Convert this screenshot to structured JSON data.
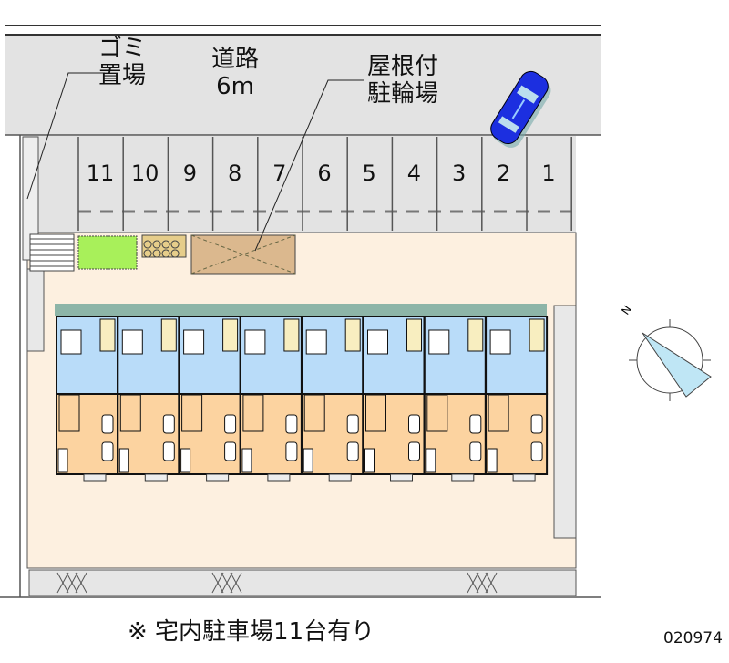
{
  "labels": {
    "garbage": [
      "ゴミ",
      "置場"
    ],
    "road": [
      "道路",
      "6m"
    ],
    "bike": [
      "屋根付",
      "駐輪場"
    ]
  },
  "stalls": [
    "11",
    "10",
    "9",
    "8",
    "7",
    "6",
    "5",
    "4",
    "3",
    "2",
    "1"
  ],
  "footer": "※ 宅内駐車場11台有り",
  "code": "020974",
  "compass_label": "N",
  "colors": {
    "road": "#e3e3e3",
    "ground": "#fdf0e0",
    "wet": "#b9dcf9",
    "room": "#fcd3a0",
    "green": "#a8f05a",
    "roof": "#dbb88e",
    "car": "#1c2fe0"
  }
}
